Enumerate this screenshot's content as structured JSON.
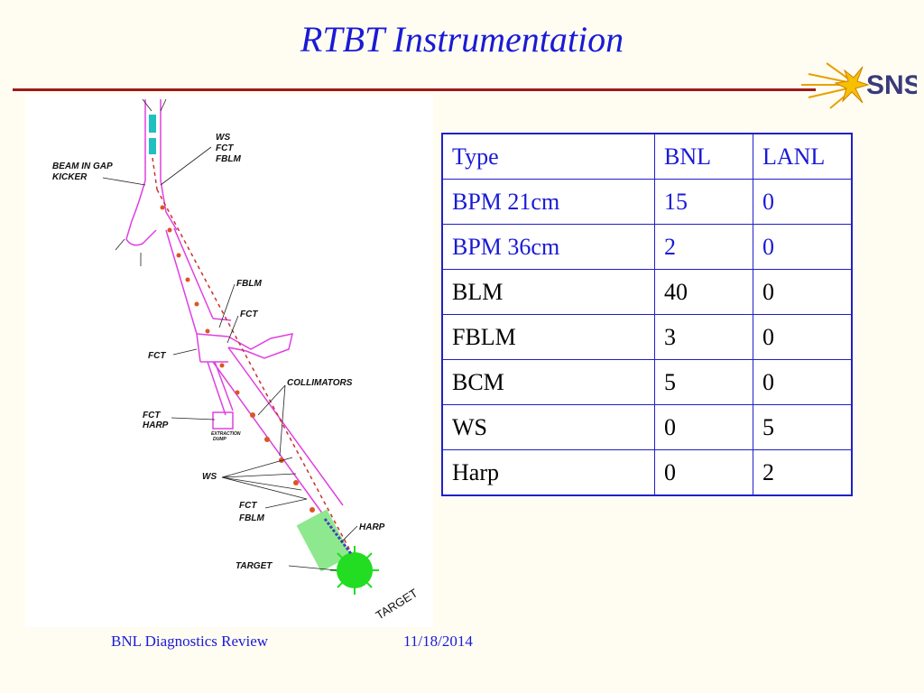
{
  "slide": {
    "title": "RTBT Instrumentation",
    "logo_text": "SNS"
  },
  "diagram": {
    "labels": {
      "ws_fct_fblm_top": [
        "WS",
        "FCT",
        "FBLM"
      ],
      "beam_in_gap_kicker": [
        "BEAM IN GAP",
        "KICKER"
      ],
      "fblm_mid": "FBLM",
      "fct_mid": "FCT",
      "fct_left": "FCT",
      "collimators": "COLLIMATORS",
      "fct_harp": [
        "FCT",
        "HARP"
      ],
      "extraction_dump": [
        "EXTRACTION",
        "DUMP"
      ],
      "ws_left": "WS",
      "fct_fblm_bottom": [
        "FCT",
        "FBLM"
      ],
      "harp": "HARP",
      "target_label": "TARGET",
      "target_rotated": "TARGET"
    }
  },
  "table": {
    "header": [
      "Type",
      "BNL",
      "LANL"
    ],
    "rows": [
      {
        "type": "BPM 21cm",
        "bnl": "15",
        "lanl": "0",
        "highlight": true
      },
      {
        "type": "BPM 36cm",
        "bnl": "2",
        "lanl": "0",
        "highlight": true
      },
      {
        "type": "BLM",
        "bnl": "40",
        "lanl": "0",
        "highlight": false
      },
      {
        "type": "FBLM",
        "bnl": "3",
        "lanl": "0",
        "highlight": false
      },
      {
        "type": "BCM",
        "bnl": "5",
        "lanl": "0",
        "highlight": false
      },
      {
        "type": "WS",
        "bnl": "0",
        "lanl": "5",
        "highlight": false
      },
      {
        "type": "Harp",
        "bnl": "0",
        "lanl": "2",
        "highlight": false
      }
    ]
  },
  "footer": {
    "left": "BNL Diagnostics Review",
    "right": "11/18/2014"
  },
  "colors": {
    "title_blue": "#1a1ad6",
    "rule_red": "#a01818",
    "beamline_magenta": "#e040e0",
    "target_green": "#22dd22"
  }
}
